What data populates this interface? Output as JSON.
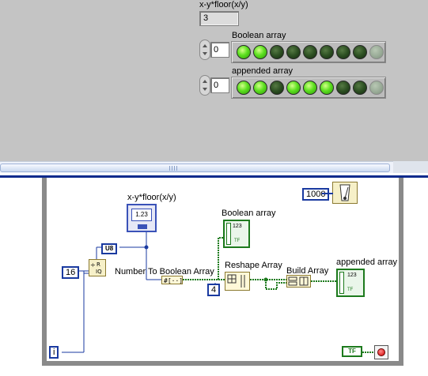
{
  "front_panel": {
    "numeric_indicator": {
      "label": "x-y*floor(x/y)",
      "value": "3"
    },
    "boolean_array": {
      "label": "Boolean array",
      "index": "0",
      "leds": [
        "on",
        "on",
        "off",
        "off",
        "off",
        "off",
        "off",
        "off",
        "dim"
      ]
    },
    "appended_array": {
      "label": "appended array",
      "index": "0",
      "leds": [
        "on",
        "on",
        "off",
        "on",
        "on",
        "on",
        "off",
        "off",
        "dim"
      ]
    }
  },
  "block_diagram": {
    "wait_constant": "1000",
    "numeric_terminal_label": "x-y*floor(x/y)",
    "numeric_terminal_value": "1.23",
    "u8_label": "U8",
    "constant_16": "16",
    "iteration_label": "i",
    "number_to_boolean_label": "Number To Boolean Array",
    "boolean_array_terminal_label": "Boolean array",
    "reshape_label": "Reshape Array",
    "constant_4": "4",
    "build_array_label": "Build Array",
    "appended_array_terminal_label": "appended array",
    "array_terminal_value": "123",
    "array_terminal_tf": "TF",
    "stop_label": "TF"
  },
  "colors": {
    "loop_border": "#8a8a8a",
    "wire_orange": "#c87a12",
    "wire_blue": "#1a3aa0",
    "wire_green": "#1d7a1d",
    "divider": "#0a2a8c"
  }
}
